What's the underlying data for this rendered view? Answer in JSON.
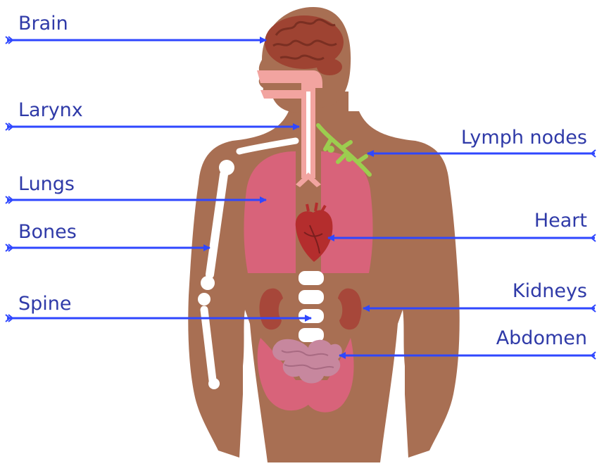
{
  "colors": {
    "skin": "#a86f53",
    "bone": "#ffffff",
    "lungs": "#d8637a",
    "trachea": "#f2a4a0",
    "brain": "#9e4332",
    "heart": "#b42d2d",
    "kidney": "#a7473a",
    "intestine_large": "#d8637a",
    "intestine_small": "#c7879e",
    "lymph": "#9ccd4f",
    "label_text": "#2f3aa8",
    "arrow": "#2f47ff"
  },
  "labels": {
    "brain": "Brain",
    "larynx": "Larynx",
    "lungs": "Lungs",
    "bones": "Bones",
    "spine": "Spine",
    "lymph_nodes": "Lymph nodes",
    "heart": "Heart",
    "kidneys": "Kidneys",
    "abdomen": "Abdomen"
  }
}
